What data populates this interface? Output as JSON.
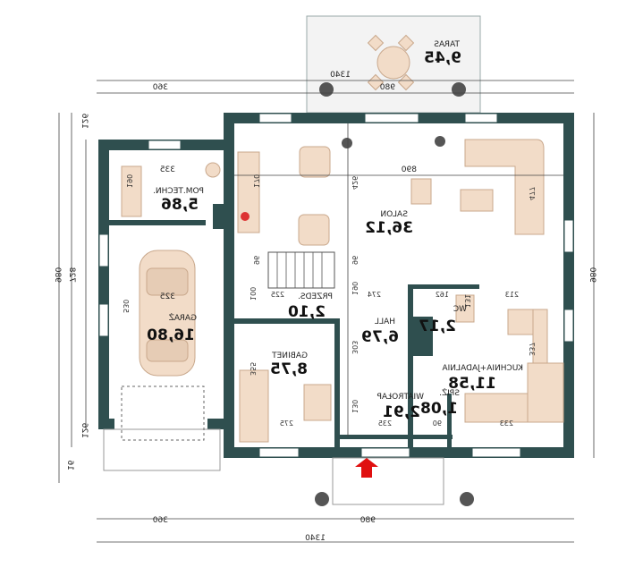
{
  "rooms": {
    "taras": {
      "name": "TARAS",
      "area": "9,45"
    },
    "salon": {
      "name": "SALON",
      "area": "36,12"
    },
    "pom_techn": {
      "name": "POM.TECHN.",
      "area": "5,86"
    },
    "garaz": {
      "name": "GARAŻ",
      "area": "16,80"
    },
    "przedsionek": {
      "name": "PRZEDS.",
      "area": "2,10"
    },
    "hall": {
      "name": "HALL",
      "area": "6,79"
    },
    "wc": {
      "name": "WC",
      "area": "2,17"
    },
    "gabinet": {
      "name": "GABINET",
      "area": "8,75"
    },
    "kuchnia": {
      "name": "KUCHNIA+JADALNIA",
      "area": "11,58"
    },
    "wiatrolap": {
      "name": "WIATROŁAP",
      "area": "2,91"
    },
    "spiz": {
      "name": "SPIŻ.",
      "area": "1,08"
    }
  },
  "dimensions": {
    "top_total": "1340",
    "top_left": "360",
    "top_right": "980",
    "bottom_total": "1340",
    "bottom_left": "360",
    "bottom_right": "980",
    "right_height": "980",
    "left_height": "980",
    "left_inner": "728",
    "left_top": "126",
    "left_bottom": "126",
    "left_bottom2": "16",
    "salon_width": "890",
    "salon_depth": "426",
    "salon_side": "477",
    "techn_width": "335",
    "techn_depth": "190",
    "garage_width": "325",
    "garage_depth": "530",
    "stair_w": "96",
    "stair_h": "96",
    "fire": "170",
    "przeds_w": "225",
    "przeds_h": "100",
    "hall_w": "274",
    "hall_h": "190",
    "hall_v": "303",
    "wc_w": "162",
    "wc_h": "131",
    "kit_a": "213",
    "kit_b": "337",
    "kit_c": "233",
    "gab_a": "355",
    "gab_b": "275",
    "wiat_w": "235",
    "wiat_h": "130",
    "spiz_w": "90"
  }
}
